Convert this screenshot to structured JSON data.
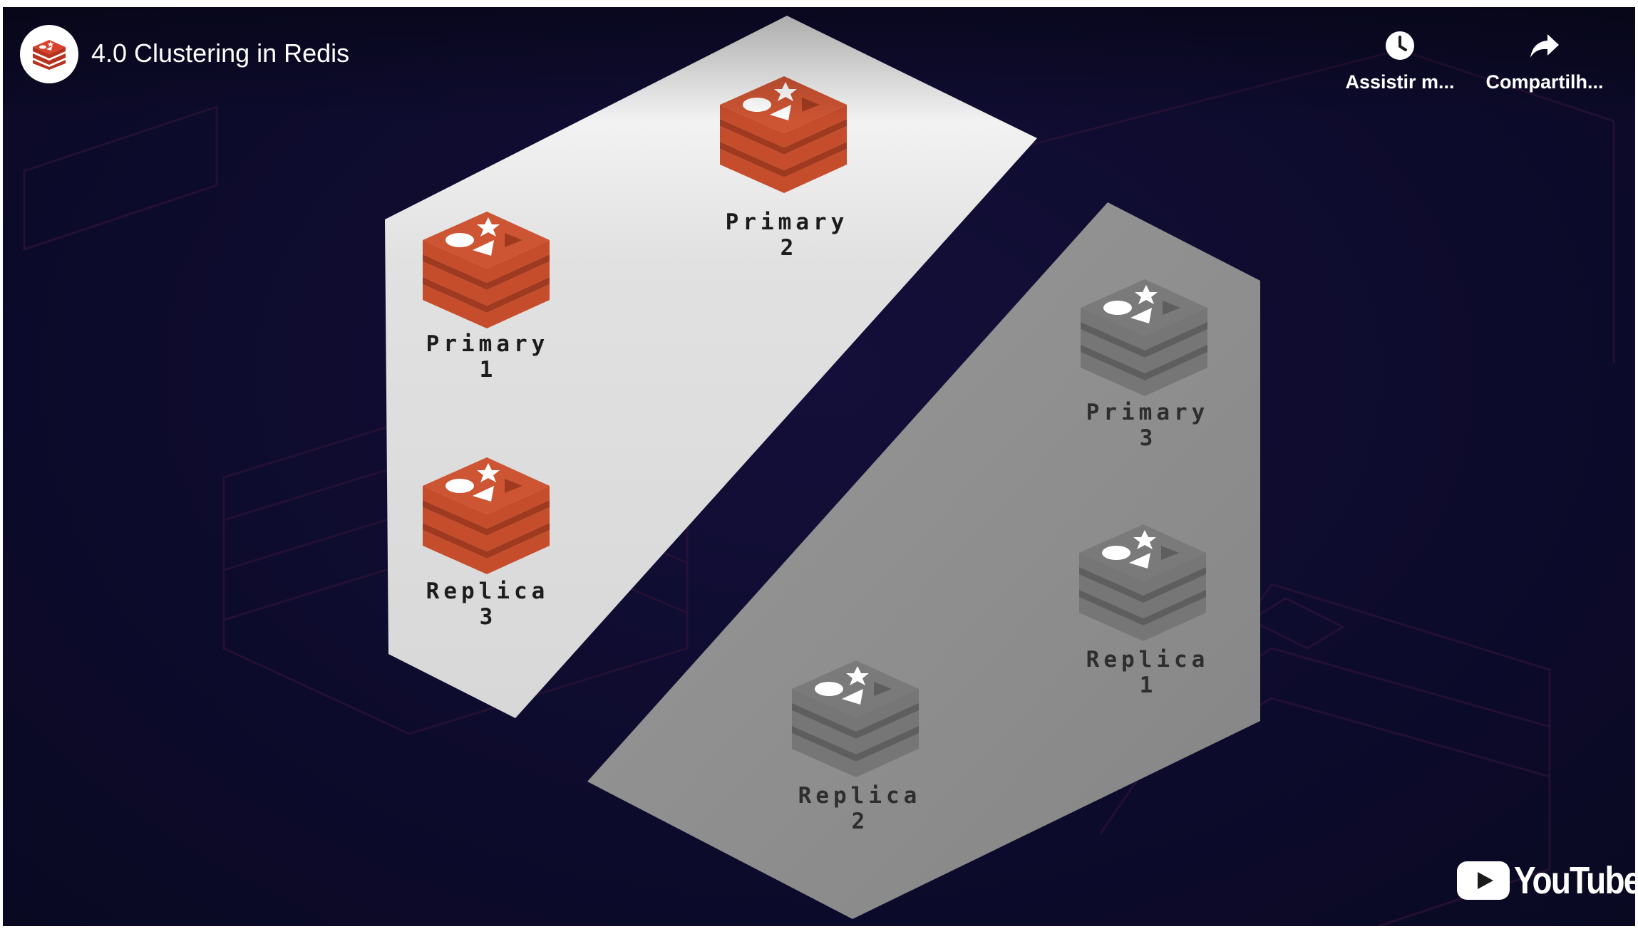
{
  "video": {
    "title": "4.0 Clustering in Redis"
  },
  "actions": {
    "watch_later_label": "Assistir m...",
    "share_label": "Compartilh..."
  },
  "nodes": {
    "primary1": {
      "label": "Primary",
      "number": "1"
    },
    "primary2": {
      "label": "Primary",
      "number": "2"
    },
    "replica3": {
      "label": "Replica",
      "number": "3"
    },
    "primary3": {
      "label": "Primary",
      "number": "3"
    },
    "replica1": {
      "label": "Replica",
      "number": "1"
    },
    "replica2": {
      "label": "Replica",
      "number": "2"
    }
  },
  "branding": {
    "youtube_text": "YouTube"
  },
  "colors": {
    "background": "#0d0b2c",
    "active_panel": "#e0e0e0",
    "inactive_panel": "#8c8c8c",
    "redis_red": "#c8502e",
    "youtube_red": "#ff0000"
  },
  "icons": {
    "channel": "redis-logo-icon",
    "watch_later": "clock-icon",
    "share": "share-arrow-icon",
    "play": "youtube-play-icon"
  }
}
